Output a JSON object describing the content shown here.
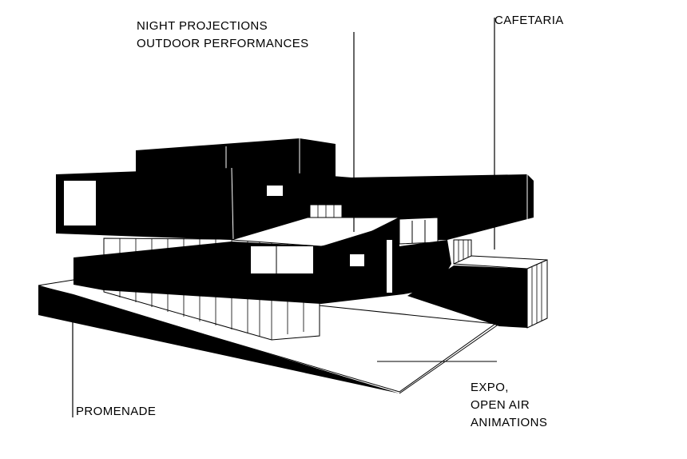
{
  "colors": {
    "ink": "#000000",
    "paper": "#ffffff"
  },
  "labels": {
    "night": [
      "NIGHT PROJECTIONS",
      "OUTDOOR PERFORMANCES"
    ],
    "cafetaria": [
      "CAFETARIA"
    ],
    "promenade": [
      "PROMENADE"
    ],
    "expo": [
      "EXPO,",
      "OPEN AIR",
      "ANIMATIONS"
    ]
  }
}
